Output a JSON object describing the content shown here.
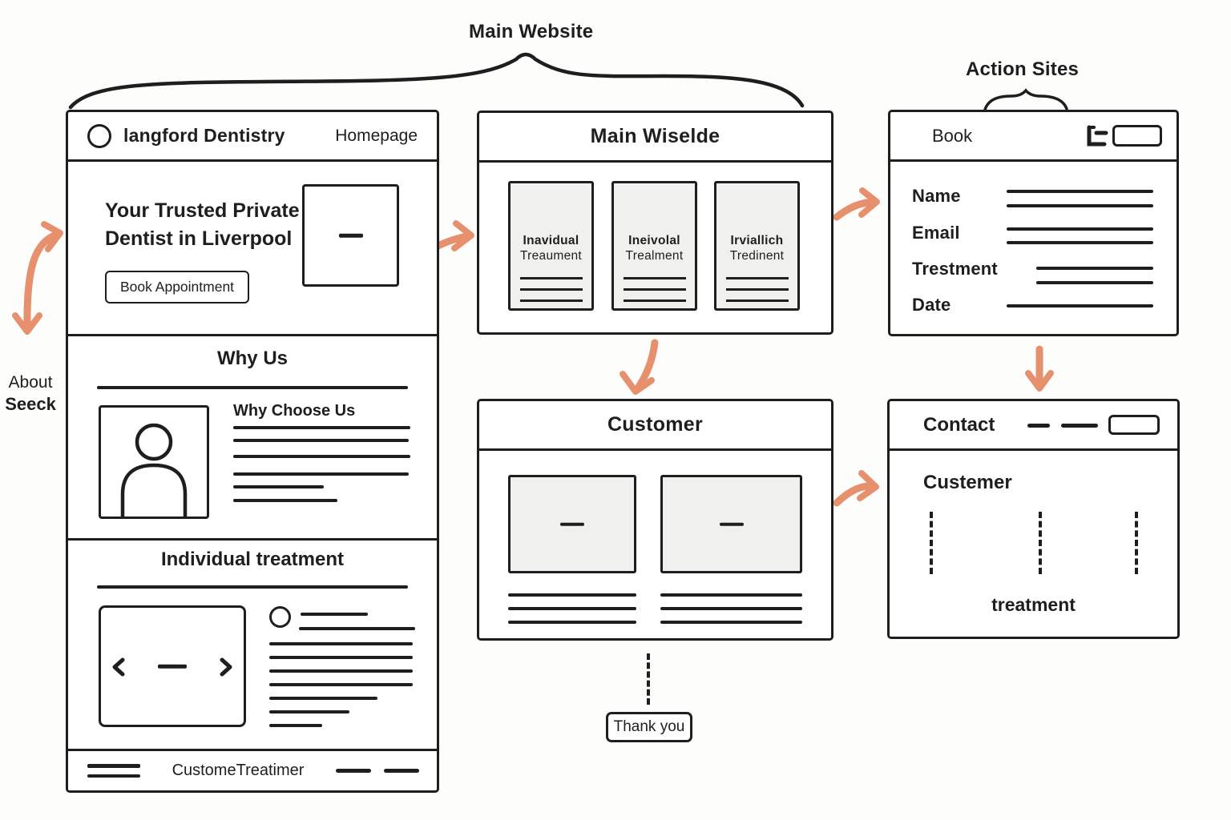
{
  "colors": {
    "ink": "#1e1e1e",
    "arrow": "#E6906E",
    "card_fill": "#f0f0ee",
    "background": "#fdfdfc"
  },
  "annotations": {
    "main_website": "Main Website",
    "action_sites": "Action Sites",
    "about_line1": "About",
    "about_line2": "Seeck",
    "thank_you": "Thank you"
  },
  "homepage": {
    "brand": "langford Dentistry",
    "nav": "Homepage",
    "hero": {
      "heading_line1": "Your Trusted Private",
      "heading_line2": "Dentist in Liverpool",
      "cta": "Book Appointment"
    },
    "why_us": {
      "title": "Why Us",
      "subheading": "Why Choose Us"
    },
    "individual_treatment": {
      "title": "Individual treatment"
    },
    "footer": {
      "text": "CustomeTreatimer"
    }
  },
  "main_wiselde": {
    "title": "Main Wiselde",
    "cards": [
      {
        "line1": "Inavidual",
        "line2": "Treaument"
      },
      {
        "line1": "Ineivolal",
        "line2": "Trealment"
      },
      {
        "line1": "Irviallich",
        "line2": "Tredinent"
      }
    ]
  },
  "book": {
    "title": "Book",
    "fields": [
      {
        "label": "Name"
      },
      {
        "label": "Email"
      },
      {
        "label": "Trestment"
      },
      {
        "label": "Date"
      }
    ]
  },
  "customer": {
    "title": "Customer"
  },
  "contact": {
    "title": "Contact",
    "heading": "Custemer",
    "footer_word": "treatment"
  }
}
